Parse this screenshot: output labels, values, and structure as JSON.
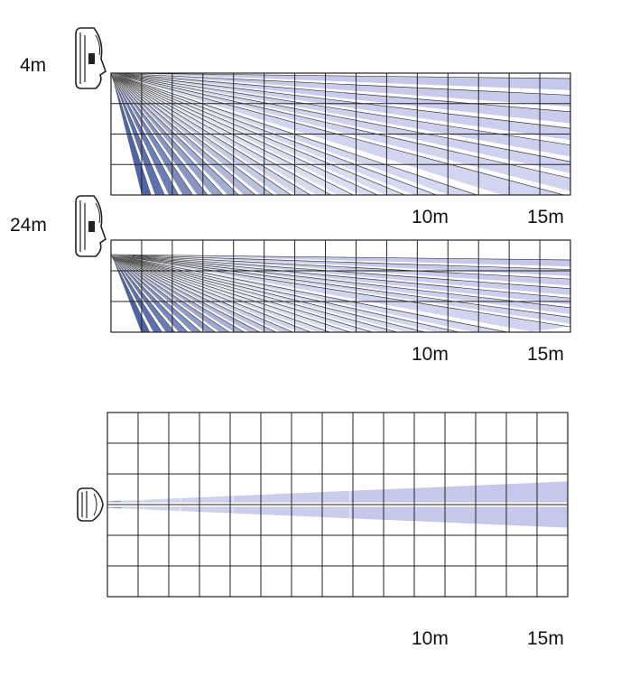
{
  "panels": [
    {
      "id": "side-view-4m",
      "height_label": "4m",
      "distance_labels": [
        "10m",
        "15m"
      ],
      "grid": {
        "cols": 15,
        "rows": 4
      }
    },
    {
      "id": "side-view-24m",
      "height_label": "24m",
      "distance_labels": [
        "10m",
        "15m"
      ],
      "grid": {
        "cols": 15,
        "rows": 3
      }
    },
    {
      "id": "top-view",
      "distance_labels": [
        "10m",
        "15m"
      ],
      "grid": {
        "cols": 15,
        "rows": 6
      }
    }
  ],
  "colors": {
    "beam_far": "#c5c8ea",
    "beam_mid": "#dcdff3",
    "beam_near": "#4d64a8",
    "grid": "#222222",
    "divider": "#ffffff"
  },
  "icons": {
    "sensor": "pir-curtain-detector-icon"
  }
}
